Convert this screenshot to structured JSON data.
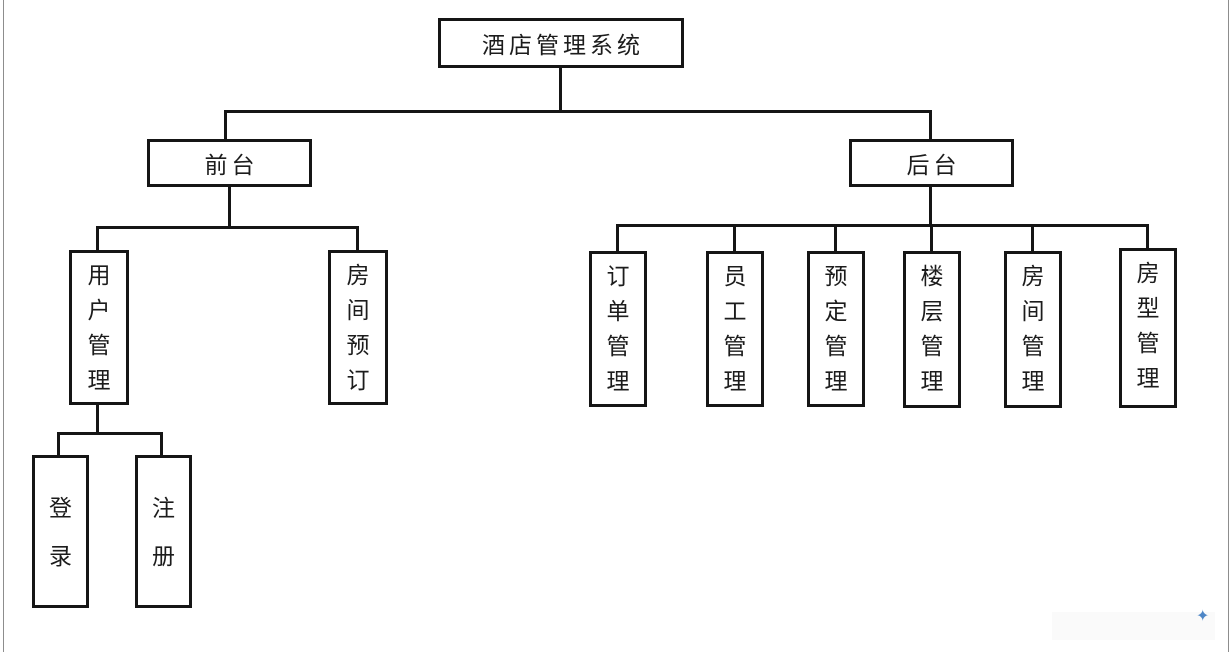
{
  "diagram": {
    "type": "org-tree",
    "tree": {
      "label": "酒店管理系统",
      "children": [
        {
          "label": "前台",
          "children": [
            {
              "label": "用户管理",
              "children": [
                {
                  "label": "登录"
                },
                {
                  "label": "注册"
                }
              ]
            },
            {
              "label": "房间预订"
            }
          ]
        },
        {
          "label": "后台",
          "children": [
            {
              "label": "订单管理"
            },
            {
              "label": "员工管理"
            },
            {
              "label": "预定管理"
            },
            {
              "label": "楼层管理"
            },
            {
              "label": "房间管理"
            },
            {
              "label": "房型管理"
            }
          ]
        }
      ]
    },
    "colors": {
      "line": "#151515",
      "box_border": "#151515",
      "background": "#ffffff",
      "edge_guides": "#8d8d8d",
      "sparkle": "#4e86c6"
    },
    "decor": {
      "sparkle_icon": "✦"
    }
  }
}
